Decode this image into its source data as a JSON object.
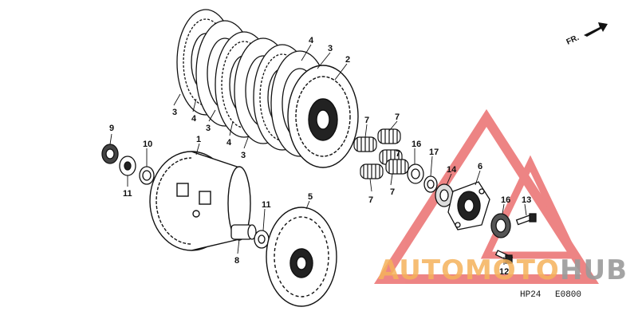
{
  "diagram": {
    "direction_label": "FR.",
    "figure_code": "HP24",
    "diagram_code": "E0800",
    "callouts": [
      {
        "id": "c1",
        "text": "1"
      },
      {
        "id": "c2",
        "text": "2"
      },
      {
        "id": "c3a",
        "text": "3"
      },
      {
        "id": "c3b",
        "text": "3"
      },
      {
        "id": "c3c",
        "text": "3"
      },
      {
        "id": "c3d",
        "text": "3"
      },
      {
        "id": "c4a",
        "text": "4"
      },
      {
        "id": "c4b",
        "text": "4"
      },
      {
        "id": "c4c",
        "text": "4"
      },
      {
        "id": "c5",
        "text": "5"
      },
      {
        "id": "c6",
        "text": "6"
      },
      {
        "id": "c7a",
        "text": "7"
      },
      {
        "id": "c7b",
        "text": "7"
      },
      {
        "id": "c7c",
        "text": "7"
      },
      {
        "id": "c7d",
        "text": "7"
      },
      {
        "id": "c7e",
        "text": "7"
      },
      {
        "id": "c8",
        "text": "8"
      },
      {
        "id": "c9",
        "text": "9"
      },
      {
        "id": "c10",
        "text": "10"
      },
      {
        "id": "c11a",
        "text": "11"
      },
      {
        "id": "c11b",
        "text": "11"
      },
      {
        "id": "c12",
        "text": "12"
      },
      {
        "id": "c13",
        "text": "13"
      },
      {
        "id": "c14",
        "text": "14"
      },
      {
        "id": "c16a",
        "text": "16"
      },
      {
        "id": "c16b",
        "text": "16"
      },
      {
        "id": "c17",
        "text": "17"
      }
    ]
  },
  "watermark": {
    "part1": "AUTOMOTO",
    "part2": "HUB",
    "color_orange": "#f5b25a",
    "color_grey": "#9a9a9a",
    "triangle_color": "#e02020"
  }
}
